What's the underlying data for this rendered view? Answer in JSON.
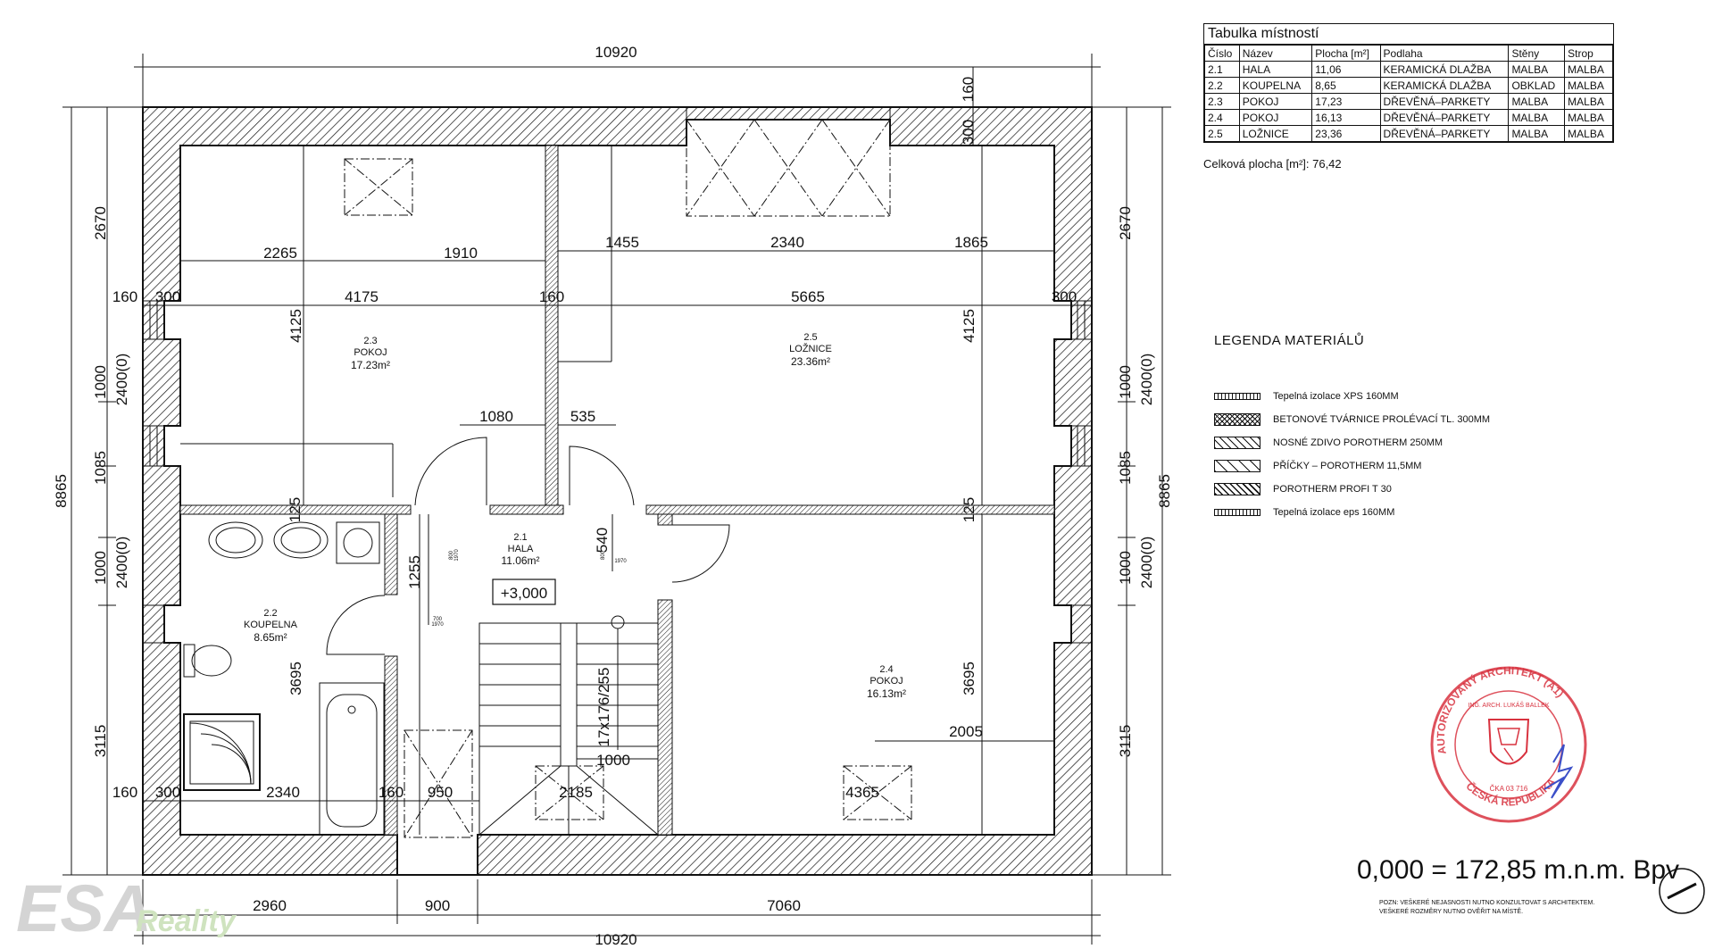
{
  "room_table": {
    "title": "Tabulka místností",
    "headers": [
      "Číslo",
      "Název",
      "Plocha [m²]",
      "Podlaha",
      "Stěny",
      "Strop"
    ],
    "rows": [
      [
        "2.1",
        "HALA",
        "11,06",
        "KERAMICKÁ DLAŽBA",
        "MALBA",
        "MALBA"
      ],
      [
        "2.2",
        "KOUPELNA",
        "8,65",
        "KERAMICKÁ DLAŽBA",
        "OBKLAD",
        "MALBA"
      ],
      [
        "2.3",
        "POKOJ",
        "17,23",
        "DŘEVĚNÁ–PARKETY",
        "MALBA",
        "MALBA"
      ],
      [
        "2.4",
        "POKOJ",
        "16,13",
        "DŘEVĚNÁ–PARKETY",
        "MALBA",
        "MALBA"
      ],
      [
        "2.5",
        "LOŽNICE",
        "23,36",
        "DŘEVĚNÁ–PARKETY",
        "MALBA",
        "MALBA"
      ]
    ],
    "total": "Celková plocha [m²]: 76,42"
  },
  "legend": {
    "title": "LEGENDA MATERIÁLŮ",
    "items": [
      {
        "label": "Tepelná izolace XPS 160MM",
        "pattern": "xps"
      },
      {
        "label": "BETONOVÉ TVÁRNICE PROLÉVACÍ TL. 300MM",
        "pattern": "beton"
      },
      {
        "label": "NOSNÉ ZDIVO POROTHERM 250MM",
        "pattern": "nosne"
      },
      {
        "label": "PŘÍČKY – POROTHERM 11,5MM",
        "pattern": "pricky"
      },
      {
        "label": "POROTHERM PROFI T 30",
        "pattern": "profi"
      },
      {
        "label": "Tepelná izolace eps 160MM",
        "pattern": "eps"
      }
    ]
  },
  "elevation": "0,000 = 172,85 m.n.m. Bpv",
  "note_lines": [
    "POZN: VEŠKERÉ NEJASNOSTI NUTNO KONZULTOVAT S ARCHITEKTEM.",
    "VEŠKERÉ ROZMĚRY NUTNO OVĚŘIT NA MÍSTĚ."
  ],
  "stamp": {
    "outer_text": "AUTORIZOVANÝ ARCHITEKT (A1)",
    "name": "ING. ARCH. LUKÁŠ BALLEK",
    "number": "ČKA 03 716",
    "country": "ČESKÁ REPUBLIKA"
  },
  "watermark": {
    "main": "ESA",
    "sub": "Reality"
  },
  "rooms": {
    "r21": {
      "num": "2.1",
      "name": "HALA",
      "area": "11.06m²"
    },
    "r22": {
      "num": "2.2",
      "name": "KOUPELNA",
      "area": "8.65m²"
    },
    "r23": {
      "num": "2.3",
      "name": "POKOJ",
      "area": "17.23m²"
    },
    "r24": {
      "num": "2.4",
      "name": "POKOJ",
      "area": "16.13m²"
    },
    "r25": {
      "num": "2.5",
      "name": "LOŽNICE",
      "area": "23.36m²"
    }
  },
  "level_mark": "+3,000",
  "stair_label": "17x176/255",
  "dims": {
    "top_total": "10920",
    "bottom_total": "10920",
    "bottom_a": "2960",
    "bottom_b": "900",
    "bottom_c": "7060",
    "top_wall": "160",
    "top_wall2": "300",
    "d2265": "2265",
    "d1910": "1910",
    "d1455": "1455",
    "d2340t": "2340",
    "d1865": "1865",
    "d160a": "160",
    "d300a": "300",
    "d4175": "4175",
    "d160b": "160",
    "d5665": "5665",
    "d300b": "300",
    "d4125a": "4125",
    "d4125b": "4125",
    "d1080": "1080",
    "d535": "535",
    "d125a": "125",
    "d125b": "125",
    "d1255": "1255",
    "d540": "540",
    "d3695a": "3695",
    "d3695b": "3695",
    "d2005": "2005",
    "d160c": "160",
    "d300c": "300",
    "d2340b": "2340",
    "d160d": "160",
    "d950": "950",
    "d1000s": "1000",
    "d2185": "2185",
    "d4365": "4365",
    "l2670": "2670",
    "l2400a": "2400(0)",
    "l1000a": "1000",
    "l1085": "1085",
    "l1000b": "1000",
    "l2400b": "2400(0)",
    "l3115": "3115",
    "l8865": "8865",
    "r2670": "2670",
    "r2400a": "2400(0)",
    "r1000a": "1000",
    "r1085": "1085",
    "r1000b": "1000",
    "r2400b": "2400(0)",
    "r3115": "3115",
    "r8865": "8865",
    "door1": "800",
    "door1b": "1970",
    "door2": "700",
    "door2b": "1970"
  }
}
